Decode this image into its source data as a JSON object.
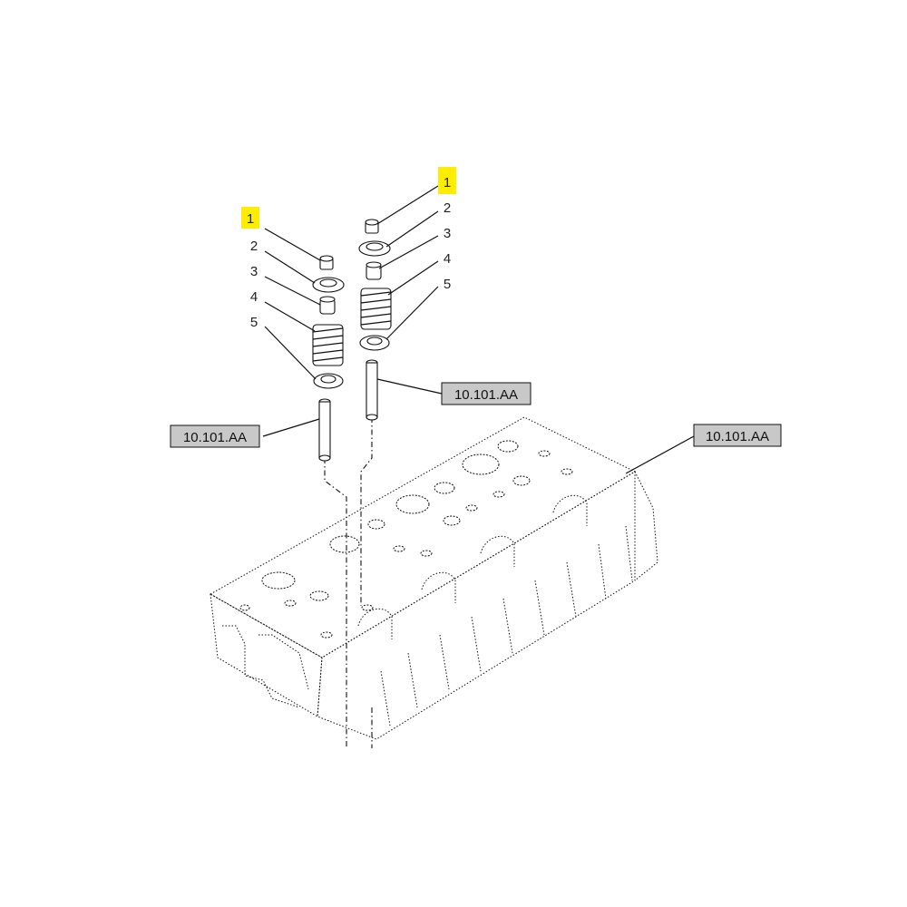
{
  "colors": {
    "highlight": "#ffed00",
    "ref_box_fill": "#c8c8c8",
    "line": "#111111"
  },
  "callouts": {
    "left": [
      "1",
      "2",
      "3",
      "4",
      "5"
    ],
    "right": [
      "1",
      "2",
      "3",
      "4",
      "5"
    ]
  },
  "references": {
    "left_guide": "10.101.AA",
    "right_guide": "10.101.AA",
    "cylinder_head": "10.101.AA"
  }
}
